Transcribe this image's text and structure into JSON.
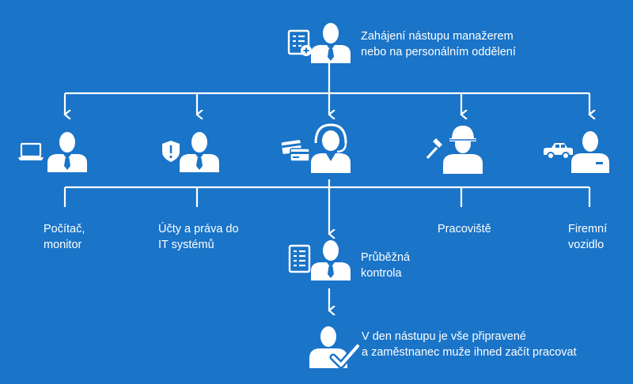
{
  "colors": {
    "background": "#1a74c8",
    "foreground": "#ffffff"
  },
  "top": {
    "icon": "checklist-add-icon",
    "line1": "Zahájení nástupu manažerem",
    "line2": "nebo na personálním oddělení"
  },
  "departments": [
    {
      "icon": "laptop-icon",
      "line1": "Počítač,",
      "line2": "monitor"
    },
    {
      "icon": "shield-alert-icon",
      "line1": "Účty a práva do",
      "line2": "IT systémů"
    },
    {
      "icon": "credit-card-icon",
      "line1": "",
      "line2": ""
    },
    {
      "icon": "hammer-icon",
      "line1": "Pracoviště",
      "line2": ""
    },
    {
      "icon": "car-icon",
      "line1": "Firemní",
      "line2": "vozidlo"
    }
  ],
  "review": {
    "icon": "checklist-icon",
    "line1": "Průběžná",
    "line2": "kontrola"
  },
  "final": {
    "icon": "checkmark-icon",
    "line1": "V den nástupu je vše připravené",
    "line2": "a zaměstnanec muže ihned začít pracovat"
  }
}
